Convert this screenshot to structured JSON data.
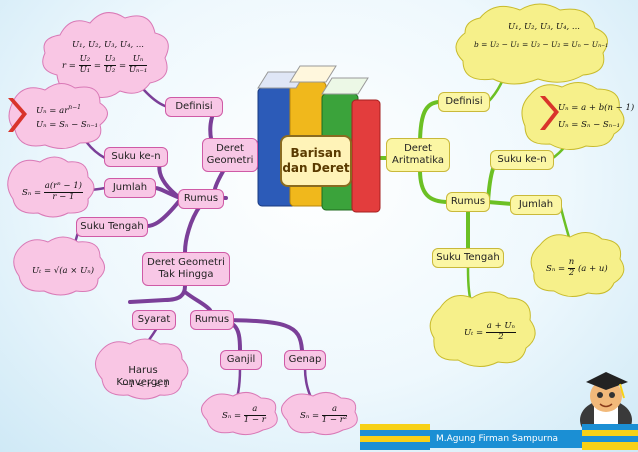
{
  "center": {
    "line1": "Barisan",
    "line2": "dan Deret"
  },
  "geometri": {
    "title": "Deret\nGeometri",
    "definisi": "Definisi",
    "suku_ke_n": "Suku ke-n",
    "rumus": "Rumus",
    "jumlah": "Jumlah",
    "suku_tengah": "Suku Tengah",
    "tak_hingga": "Deret Geometri\nTak Hingga",
    "syarat": "Syarat",
    "rumus2": "Rumus",
    "syarat_text": "Harus\nKonvergen",
    "syarat_cond": "−1 < r < 1",
    "ganjil": "Ganjil",
    "genap": "Genap",
    "f_def_line1": "U₁, U₂, U₃, U₄, ...",
    "f_def_r": "r =",
    "f_sukun_1": "Uₙ = ar",
    "f_sukun_1_exp": "n−1",
    "f_sukun_2": "Uₙ = Sₙ − Sₙ₋₁",
    "f_jumlah_lhs": "Sₙ =",
    "f_jumlah_num": "a(rⁿ − 1)",
    "f_jumlah_den": "r − 1",
    "f_tengah": "Uₜ = √(a × Uₙ)",
    "f_ganjil_lhs": "Sₙ =",
    "f_ganjil_num": "a",
    "f_ganjil_den": "1 − r",
    "f_genap_lhs": "Sₙ =",
    "f_genap_num": "a",
    "f_genap_den": "1 − r²"
  },
  "aritmatika": {
    "title": "Deret\nAritmatika",
    "definisi": "Definisi",
    "suku_ke_n": "Suku ke-n",
    "rumus": "Rumus",
    "jumlah": "Jumlah",
    "suku_tengah": "Suku Tengah",
    "f_def_line1": "U₁, U₂, U₃, U₄, ...",
    "f_def_line2": "b = U₂ − U₁ = U₃ − U₂ = Uₙ − Uₙ₋₁",
    "f_sukun_1": "Uₙ = a + b(n − 1)",
    "f_sukun_2": "Uₙ = Sₙ − Sₙ₋₁",
    "f_jumlah_lhs": "Sₙ =",
    "f_jumlah_num": "n",
    "f_jumlah_den": "2",
    "f_jumlah_rhs": "(a + u)",
    "f_tengah_lhs": "Uₜ =",
    "f_tengah_num": "a + Uₙ",
    "f_tengah_den": "2"
  },
  "footer": {
    "author": "M.Agung Firman Sampurna"
  },
  "colors": {
    "geometri_branch": "#7b3f98",
    "aritmatika_branch": "#6cc024",
    "pink_cloud": "#f9c6e4",
    "yellow_cloud": "#f6f08a",
    "footer_blue": "#1b8fd4",
    "footer_yellow": "#f7d117"
  }
}
